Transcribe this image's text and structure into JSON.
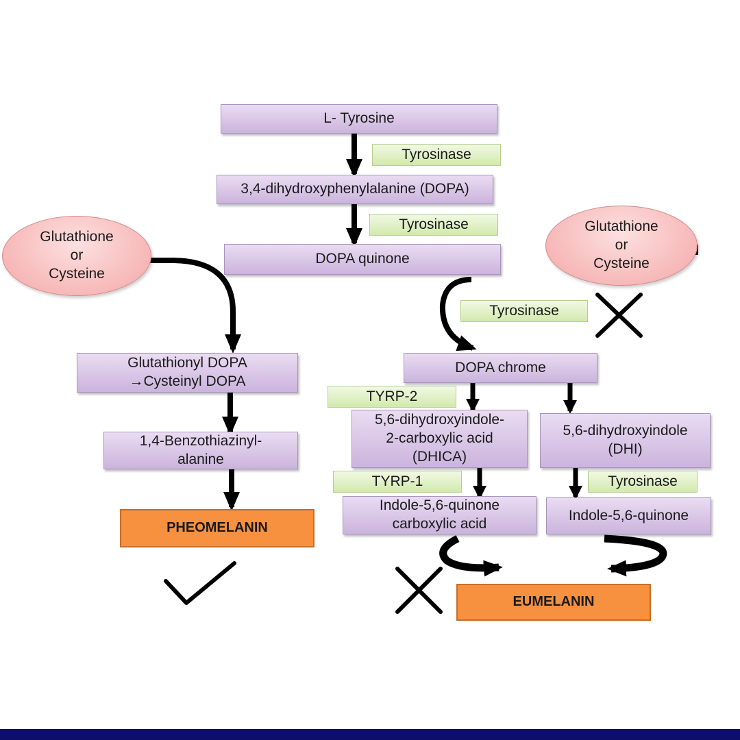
{
  "nodes": {
    "l_tyrosine": "L- Tyrosine",
    "dopa": "3,4-dihydroxyphenylalanine (DOPA)",
    "dopa_quinone": "DOPA quinone",
    "glut_left": "Glutathione\nor\nCysteine",
    "glut_right": "Glutathione\nor\nCysteine",
    "glutathionyl_dopa": "Glutathionyl DOPA\n→Cysteinyl DOPA",
    "benzothiazinyl": "1,4-Benzothiazinyl-\nalanine",
    "pheomelanin": "PHEOMELANIN",
    "dopa_chrome": "DOPA chrome",
    "dhica": "5,6-dihydroxyindole-\n2-carboxylic acid\n(DHICA)",
    "dhi": "5,6-dihydroxyindole\n(DHI)",
    "iq_carboxylic": "Indole-5,6-quinone\ncarboxylic acid",
    "iq": "Indole-5,6-quinone",
    "eumelanin": "EUMELANIN"
  },
  "enzymes": {
    "tyrosinase_1": "Tyrosinase",
    "tyrosinase_2": "Tyrosinase",
    "tyrosinase_3": "Tyrosinase",
    "tyrp2": "TYRP-2",
    "tyrp1": "TYRP-1",
    "tyrosinase_4": "Tyrosinase"
  },
  "colors": {
    "arrow": "#000000",
    "purple_box": "#d9c8e7",
    "green_box": "#e2f1c9",
    "pink_ellipse": "#f6b8b8",
    "orange_box": "#f7903f",
    "bottom_bar": "#0d0d6b"
  },
  "icons": {
    "cross_right": "cross-icon",
    "cross_bottom": "cross-icon",
    "check": "checkmark-icon"
  }
}
